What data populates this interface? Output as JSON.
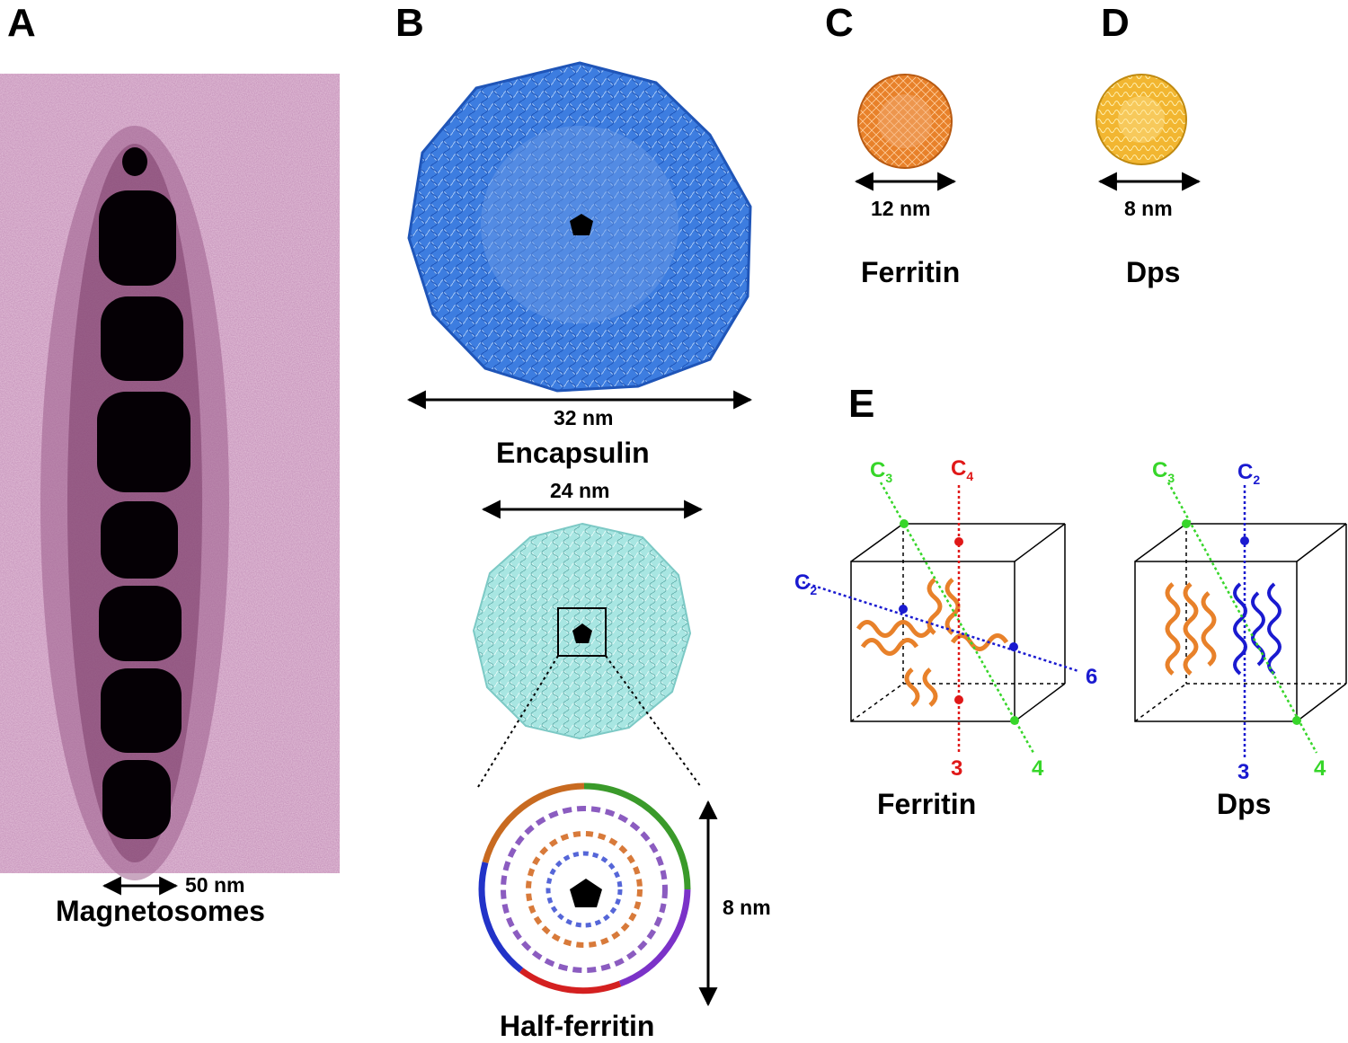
{
  "panels": {
    "a": {
      "letter": "A",
      "scale": "50 nm",
      "name": "Magnetosomes"
    },
    "b": {
      "letter": "B",
      "encapsulin_scale": "32 nm",
      "encapsulin_name": "Encapsulin",
      "ferritin24_scale": "24 nm",
      "half_scale": "8 nm",
      "half_name": "Half-ferritin"
    },
    "c": {
      "letter": "C",
      "scale": "12 nm",
      "name": "Ferritin"
    },
    "d": {
      "letter": "D",
      "scale": "8 nm",
      "name": "Dps"
    },
    "e": {
      "letter": "E",
      "ferritin": {
        "name": "Ferritin",
        "c3": "C",
        "c3_sub": "3",
        "c4": "C",
        "c4_sub": "4",
        "c2": "C",
        "c2_sub": "2",
        "n6": "6",
        "n3": "3",
        "n4": "4"
      },
      "dps": {
        "name": "Dps",
        "c3": "C",
        "c3_sub": "3",
        "c2": "C",
        "c2_sub": "2",
        "n3": "3",
        "n4": "4"
      }
    }
  },
  "colors": {
    "encapsulin": "#2f6fd6",
    "ferritin24": "#9fe0dc",
    "ferritin12": "#e8812a",
    "dps": "#f2b631",
    "axis_green": "#37d62a",
    "axis_red": "#e01818",
    "axis_blue": "#1a1ad0",
    "membrane": "#c9a0bd"
  }
}
